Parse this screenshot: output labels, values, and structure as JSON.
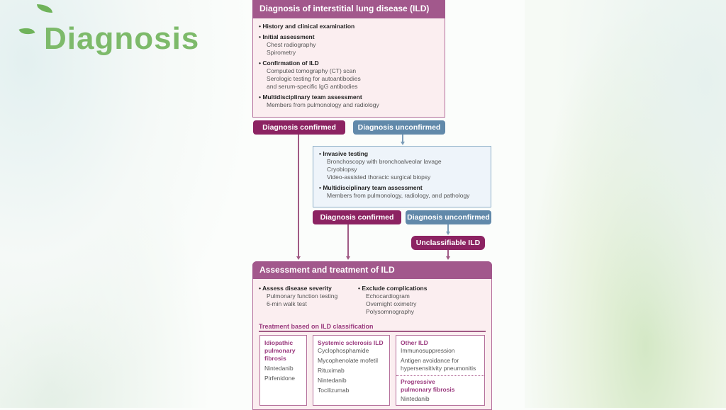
{
  "slide_title": "Diagnosis",
  "box1": {
    "title": "Diagnosis of interstitial lung disease (ILD)",
    "items": [
      {
        "head": "History and clinical examination",
        "subs": []
      },
      {
        "head": "Initial assessment",
        "subs": [
          "Chest radiography",
          "Spirometry"
        ]
      },
      {
        "head": "Confirmation of ILD",
        "subs": [
          "Computed tomography (CT) scan",
          "Serologic testing for autoantibodies",
          "and serum-specific IgG antibodies"
        ]
      },
      {
        "head": "Multidisciplinary team assessment",
        "subs": [
          "Members from pulmonology and radiology"
        ]
      }
    ]
  },
  "outcome1": {
    "confirmed": "Diagnosis confirmed",
    "unconfirmed": "Diagnosis unconfirmed"
  },
  "box2": {
    "items": [
      {
        "head": "Invasive testing",
        "subs": [
          "Bronchoscopy with bronchoalveolar lavage",
          "Cryobiopsy",
          "Video-assisted thoracic surgical biopsy"
        ]
      },
      {
        "head": "Multidisciplinary team assessment",
        "subs": [
          "Members from pulmonology, radiology, and pathology"
        ]
      }
    ]
  },
  "outcome2": {
    "confirmed": "Diagnosis confirmed",
    "unconfirmed": "Diagnosis unconfirmed",
    "unclassifiable": "Unclassifiable ILD"
  },
  "box3": {
    "title": "Assessment and treatment of ILD",
    "left": {
      "head": "Assess disease severity",
      "subs": [
        "Pulmonary function testing",
        "6-min walk test"
      ]
    },
    "right": {
      "head": "Exclude complications",
      "subs": [
        "Echocardiogram",
        "Overnight oximetry",
        "Polysomnography"
      ]
    },
    "treatment_title": "Treatment based on ILD classification",
    "ipf": {
      "head": "Idiopathic pulmonary fibrosis",
      "drugs": [
        "Nintedanib",
        "Pirfenidone"
      ]
    },
    "ssc": {
      "head": "Systemic sclerosis ILD",
      "drugs": [
        "Cyclophosphamide",
        "Mycophenolate mofetil",
        "Rituximab",
        "Nintedanib",
        "Tocilizumab"
      ]
    },
    "other": {
      "head": "Other ILD",
      "drugs": [
        "Immunosuppression",
        "Antigen avoidance for",
        "hypersensitivity pneumonitis"
      ]
    },
    "ppf": {
      "head": "Progressive pulmonary fibrosis",
      "drugs": [
        "Nintedanib"
      ]
    }
  }
}
